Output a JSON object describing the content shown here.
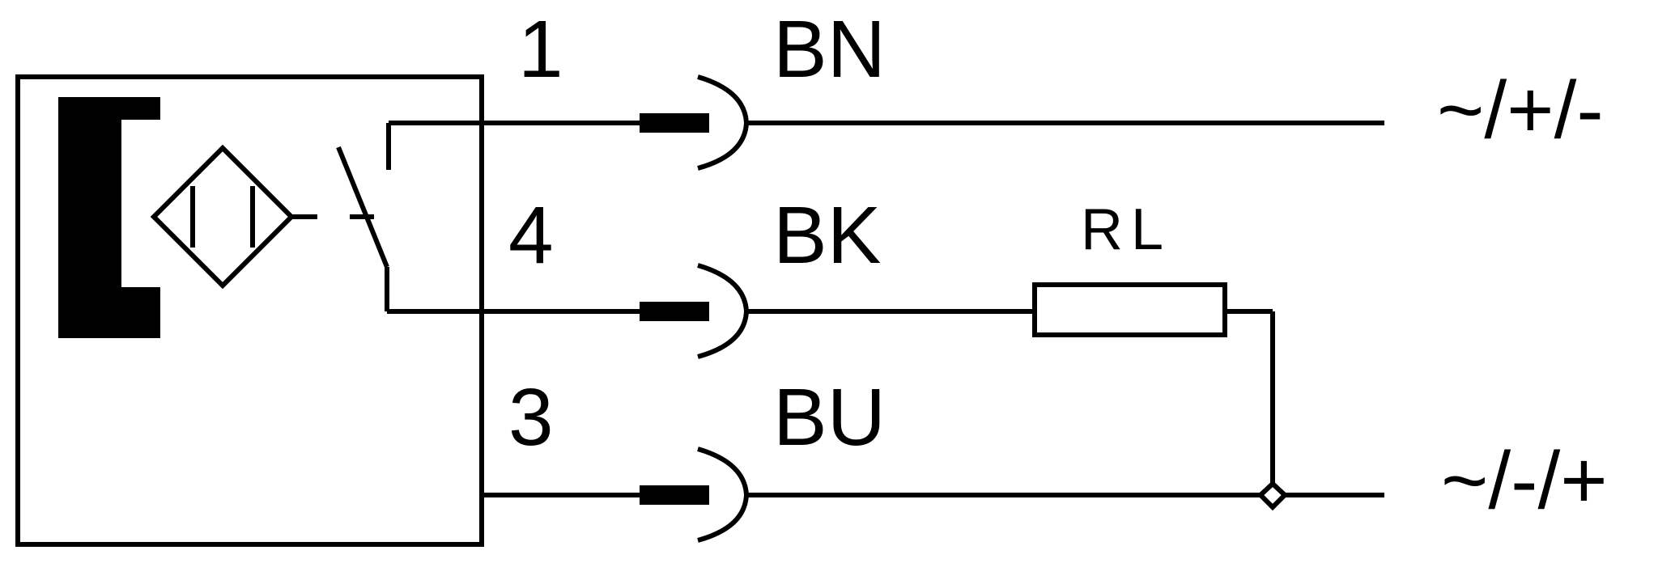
{
  "pins": [
    {
      "number": "1",
      "color": "BN"
    },
    {
      "number": "4",
      "color": "BK"
    },
    {
      "number": "3",
      "color": "BU"
    }
  ],
  "load_label": "RL",
  "supply": {
    "top": "~/+/-",
    "bottom": "~/-/+"
  }
}
